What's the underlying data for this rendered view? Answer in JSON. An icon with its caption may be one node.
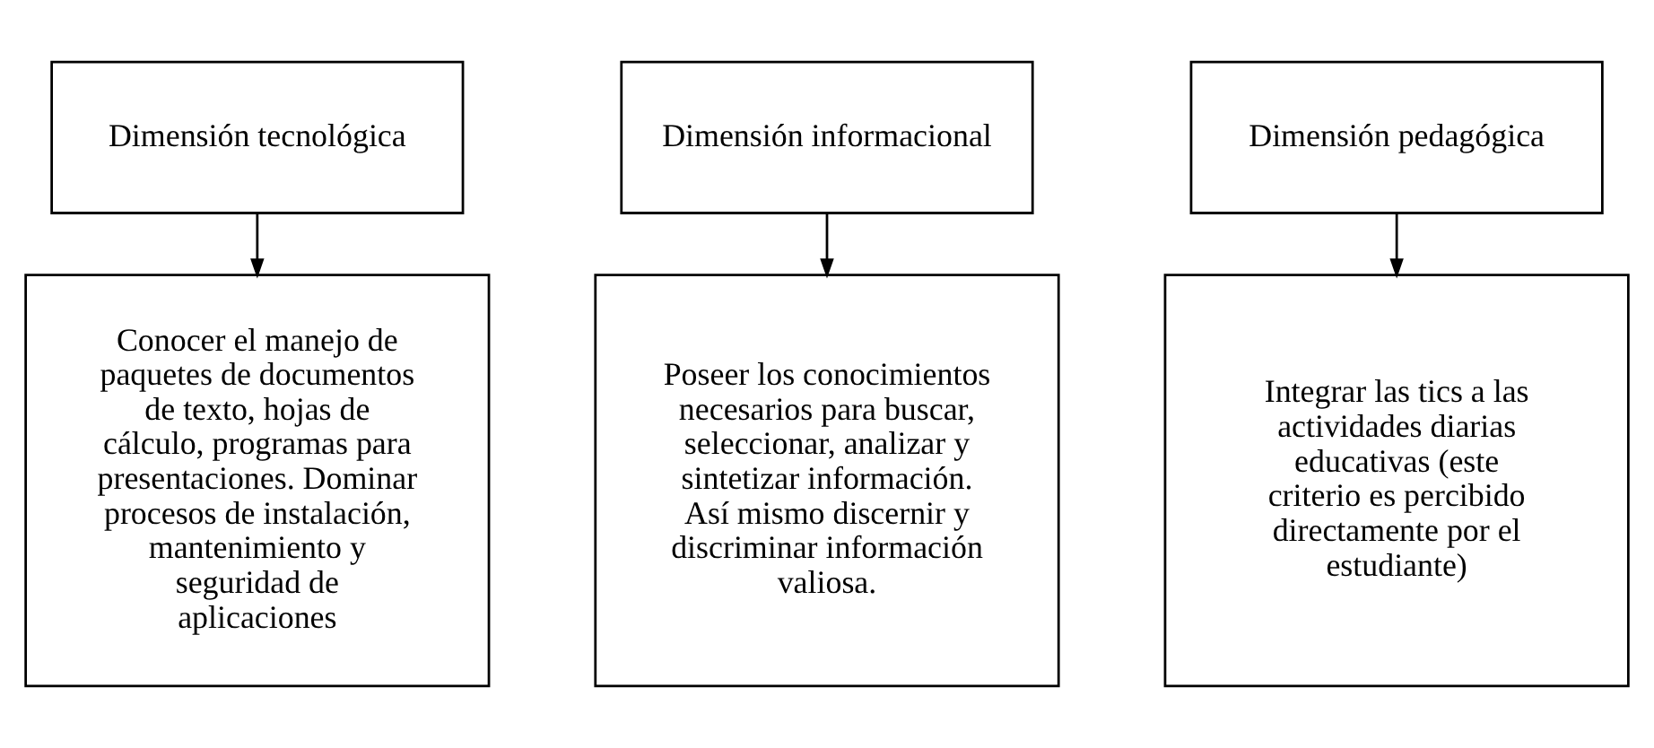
{
  "diagram": {
    "nodes": [
      {
        "text": [
          "Dimensión tecnológica"
        ]
      },
      {
        "text": [
          "Conocer el manejo de paquetes de documentos de texto, hojas de cálculo, programas para presentaciones. Dominar procesos de instalación, mantenimiento y seguridad de aplicaciones"
        ]
      },
      {
        "text": [
          "Dimensión informacional"
        ]
      },
      {
        "text": [
          "Poseer los conocimientos necesarios para buscar, seleccionar, analizar y sintetizar información. Así mismo discernir y discriminar información valiosa."
        ]
      },
      {
        "text": [
          "Dimensión pedagógica"
        ]
      },
      {
        "text": [
          "Integrar las tics a las actividades diarias educativas (este criterio es percibido directamente por el estudiante)"
        ]
      }
    ],
    "edges": [
      {
        "from": 0,
        "to": 1,
        "arrow": "to"
      },
      {
        "from": 2,
        "to": 3,
        "arrow": "to"
      },
      {
        "from": 4,
        "to": 5,
        "arrow": "to"
      }
    ]
  }
}
